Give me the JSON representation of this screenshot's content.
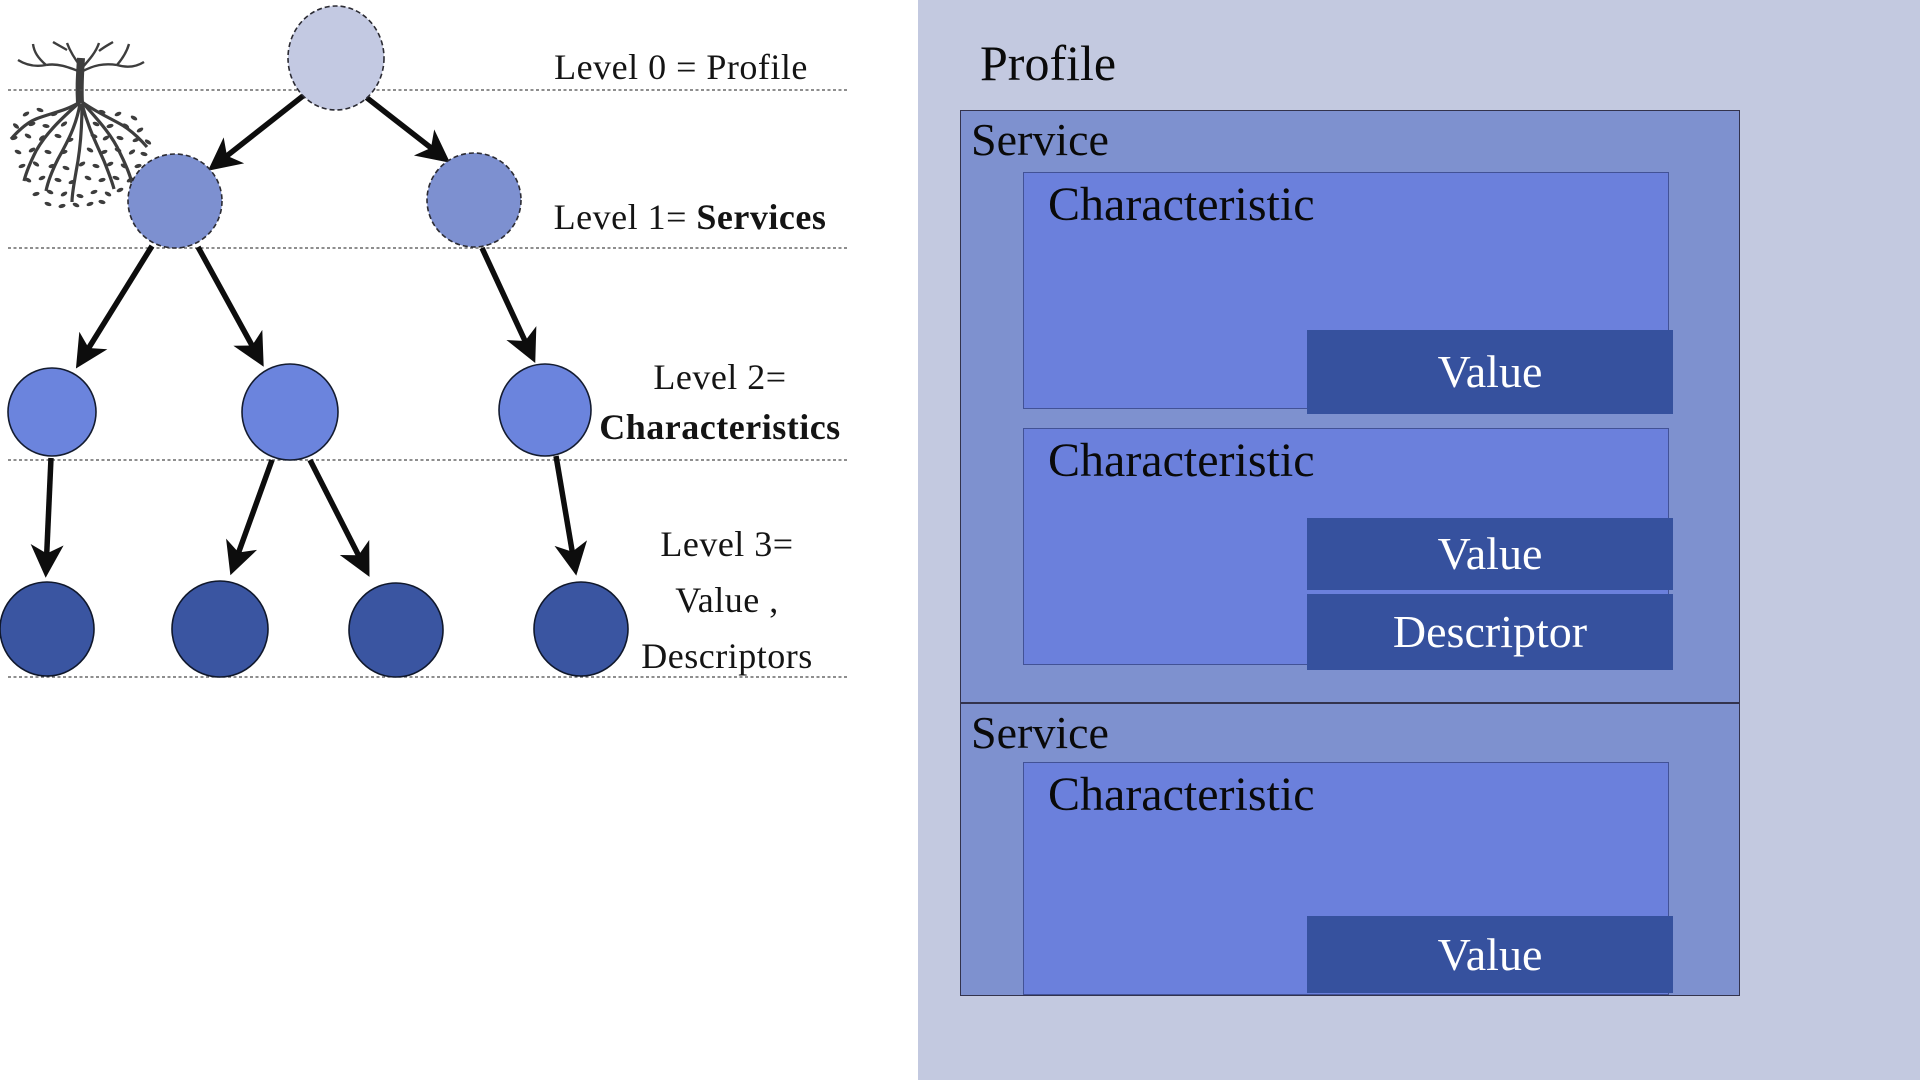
{
  "diagram": {
    "title_hint": "GATT profile hierarchy diagram",
    "tree": {
      "labels": {
        "l0": "Level 0 = Profile",
        "l1_prefix": "Level 1= ",
        "l1_term": "Services",
        "l2_prefix": "Level 2=",
        "l2_term": "Characteristics",
        "l3_line1": "Level 3=",
        "l3_line2": "Value ,",
        "l3_line3": "Descriptors"
      },
      "levels": [
        {
          "name": "Profile",
          "node_count": 1,
          "color": "#c3c9e2"
        },
        {
          "name": "Services",
          "node_count": 2,
          "color": "#7d90d0"
        },
        {
          "name": "Characteristics",
          "node_count": 3,
          "color": "#6b84dd"
        },
        {
          "name": "Value, Descriptors",
          "node_count": 4,
          "color": "#3a55a1"
        }
      ]
    },
    "panel": {
      "background": "#c3c9e0",
      "profile_label": "Profile",
      "colors": {
        "service": "#7e91cf",
        "characteristic": "#6b80dc",
        "value_descriptor": "#36519e"
      },
      "services": [
        {
          "label": "Service",
          "characteristics": [
            {
              "label": "Characteristic",
              "attachments": [
                "Value"
              ]
            },
            {
              "label": "Characteristic",
              "attachments": [
                "Value",
                "Descriptor"
              ]
            }
          ]
        },
        {
          "label": "Service",
          "characteristics": [
            {
              "label": "Characteristic",
              "attachments": [
                "Value"
              ]
            }
          ]
        }
      ]
    }
  }
}
